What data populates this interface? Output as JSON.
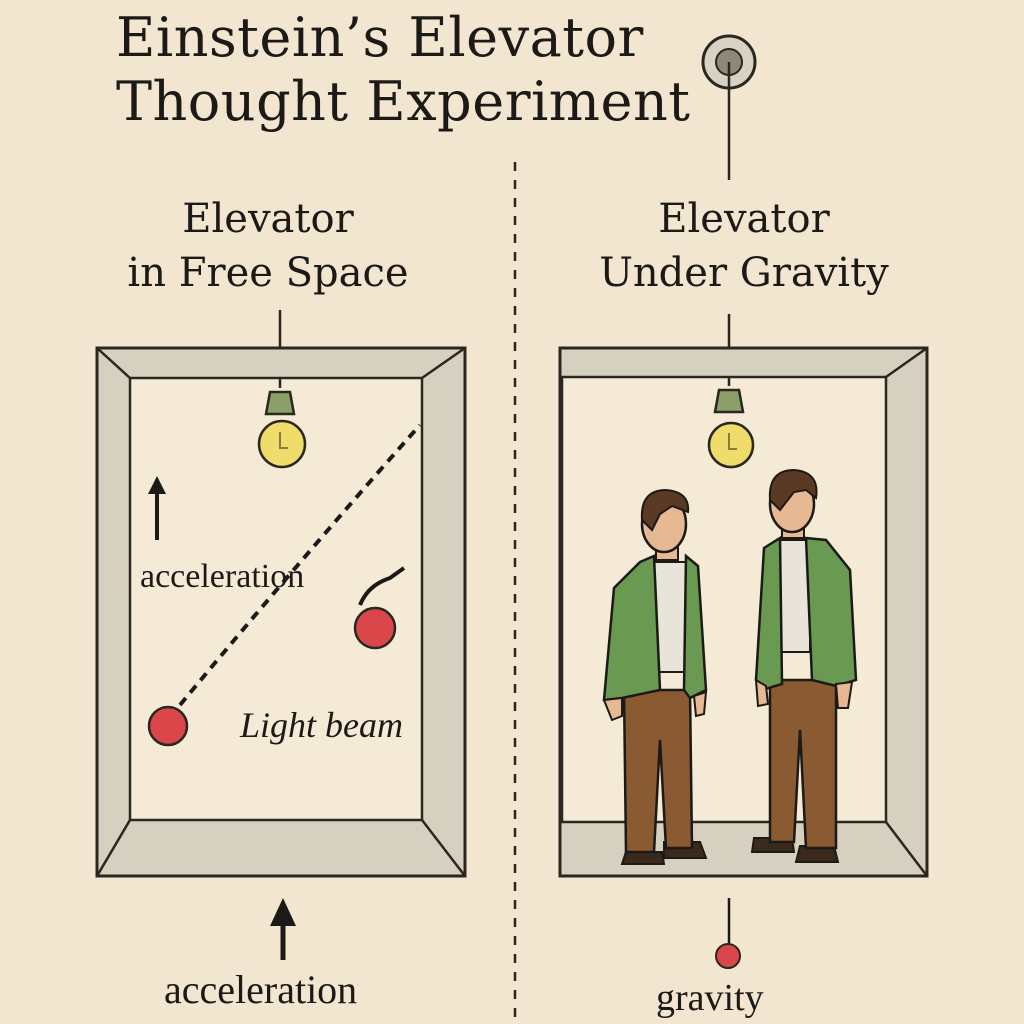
{
  "title_line1": "Einstein’s Elevator",
  "title_line2": "Thought Experiment",
  "left": {
    "title_line1": "Elevator",
    "title_line2": "in Free Space",
    "inner_label": "acceleration",
    "beam_label": "Light beam",
    "bottom_label": "acceleration"
  },
  "right": {
    "title_line1": "Elevator",
    "title_line2": "Under Gravity",
    "bottom_label": "gravity"
  },
  "colors": {
    "background": "#f2e6d0",
    "wall": "#d6d0c0",
    "bulb": "#f0dc6a",
    "ball": "#d9474a",
    "jacket": "#6a9a52",
    "trousers": "#8a5a32"
  }
}
